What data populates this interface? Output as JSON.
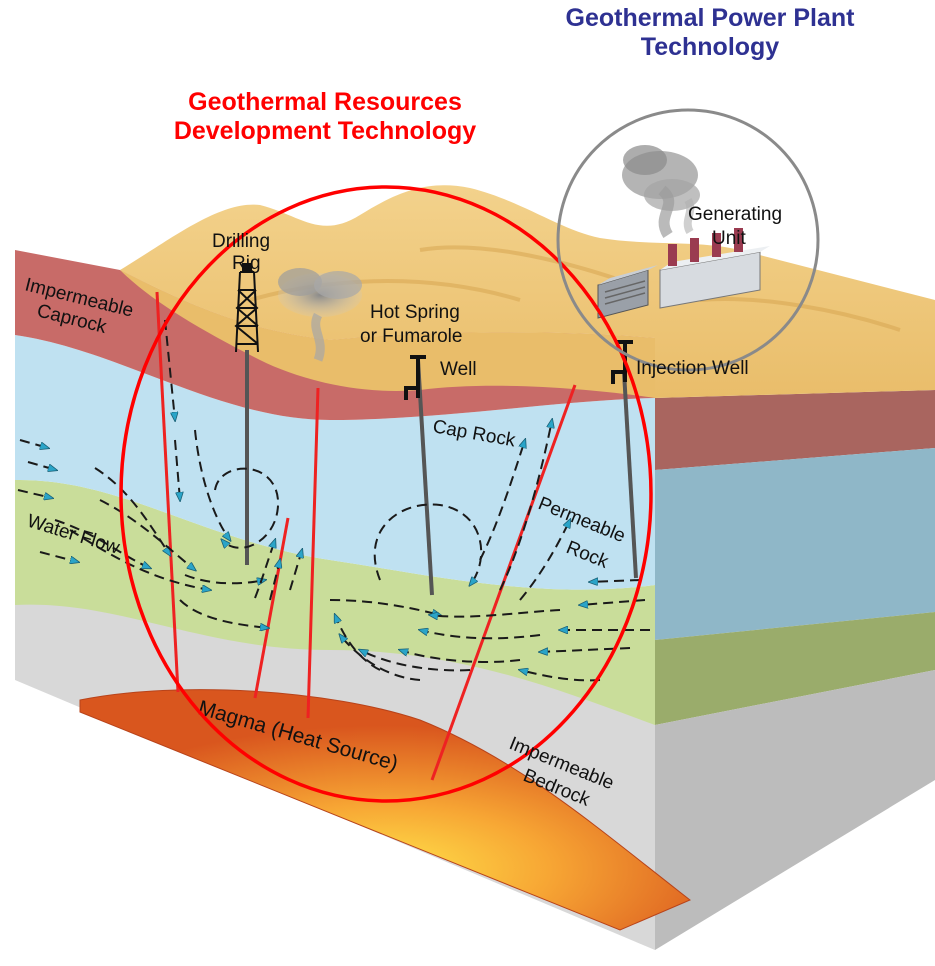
{
  "titles": {
    "power_plant": "Geothermal Power Plant Technology",
    "resources": "Geothermal Resources Development Technology"
  },
  "labels": {
    "generating_unit": [
      "Generating",
      "Unit"
    ],
    "drilling_rig": [
      "Drilling",
      "Rig"
    ],
    "hot_spring": [
      "Hot Spring",
      "or Fumarole"
    ],
    "well": "Well",
    "injection_well": "Injection Well",
    "impermeable_caprock": [
      "Impermeable",
      "Caprock"
    ],
    "cap_rock": "Cap Rock",
    "permeable_rock": [
      "Permeable",
      "Rock"
    ],
    "water_flow": "Water Flow",
    "magma": "Magma (Heat Source)",
    "impermeable_bedrock": [
      "Impermeable",
      "Bedrock"
    ]
  },
  "colors": {
    "power_plant_title": "#2e3192",
    "resources_title": "#ff0000",
    "surface": "#efc878",
    "caprock": "#c86b68",
    "permeable_layer": "#bfe1f1",
    "water_layer": "#c9dd9a",
    "bedrock": "#d8d8d8",
    "magma": "#f08a28",
    "highlight_circle": "#ff0000",
    "plant_circle": "#888888",
    "fault_line": "#ee2222",
    "flow_arrow": "#2aa4c8"
  }
}
